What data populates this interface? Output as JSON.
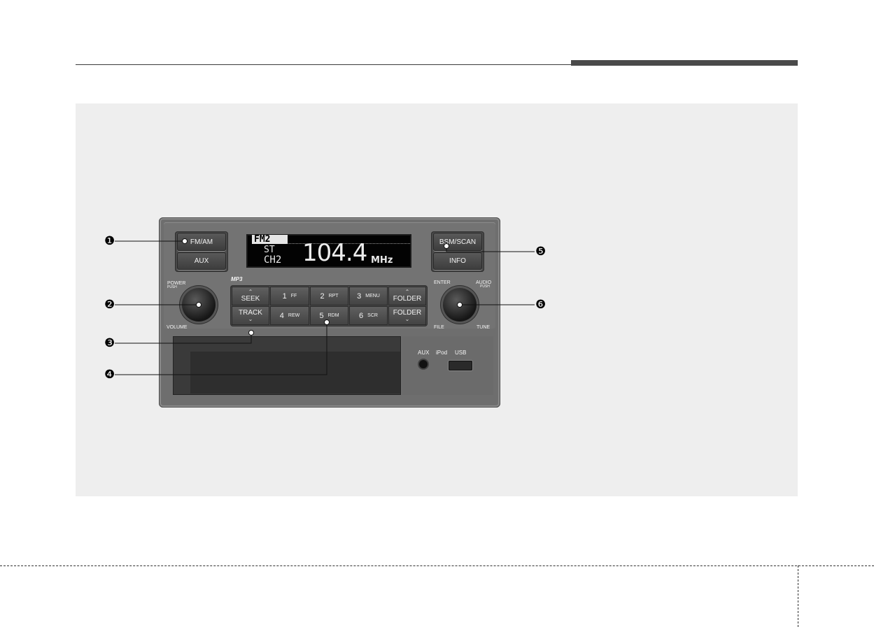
{
  "radio": {
    "fm_am": "FM/AM",
    "aux": "AUX",
    "bsm_scan": "BSM/SCAN",
    "info": "INFO",
    "display": {
      "band": "FM2",
      "stereo": "ST",
      "channel": "CH2",
      "frequency": "104.4",
      "unit": "MHz"
    },
    "mp3_logo": "MP3",
    "power": "POWER",
    "push_left": "PUSH",
    "volume": "VOLUME",
    "enter": "ENTER",
    "audio": "AUDIO",
    "push_right": "PUSH",
    "file": "FILE",
    "tune": "TUNE",
    "seek": "SEEK",
    "track": "TRACK",
    "presets": [
      {
        "num": "1",
        "label": "FF"
      },
      {
        "num": "2",
        "label": "RPT"
      },
      {
        "num": "3",
        "label": "MENU"
      },
      {
        "num": "4",
        "label": "REW"
      },
      {
        "num": "5",
        "label": "RDM"
      },
      {
        "num": "6",
        "label": "SCR"
      }
    ],
    "folder_up": "FOLDER",
    "folder_down": "FOLDER",
    "port_aux": "AUX",
    "port_ipod": "iPod",
    "port_usb": "USB"
  },
  "callouts": [
    "❶",
    "❷",
    "❸",
    "❹",
    "❺",
    "❻"
  ]
}
